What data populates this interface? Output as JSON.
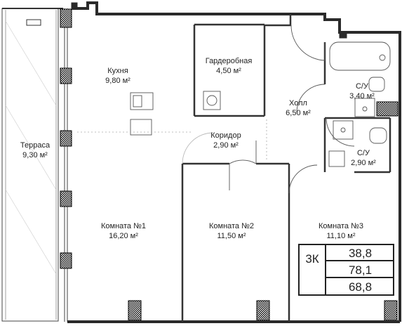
{
  "rooms": [
    {
      "name": "Кухня",
      "area": "9,80 м²"
    },
    {
      "name": "Гардеробная",
      "area": "4,50 м²"
    },
    {
      "name": "Терраса",
      "area": "9,30 м²"
    },
    {
      "name": "Холл",
      "area": "6,50 м²"
    },
    {
      "name": "С/У",
      "area": "3,40 м²"
    },
    {
      "name": "Коридор",
      "area": "2,90 м²"
    },
    {
      "name": "С/У",
      "area": "2,90 м²"
    },
    {
      "name": "Комната №1",
      "area": "16,20 м²"
    },
    {
      "name": "Комната №2",
      "area": "11,50 м²"
    },
    {
      "name": "Комната №3",
      "area": "11,10 м²"
    }
  ],
  "summary": {
    "type": "3К",
    "areas": [
      "38,8",
      "78,1",
      "68,8"
    ]
  },
  "colors": {
    "wall": "#2a2a2a",
    "line": "#333333",
    "hatch": "#000000"
  }
}
